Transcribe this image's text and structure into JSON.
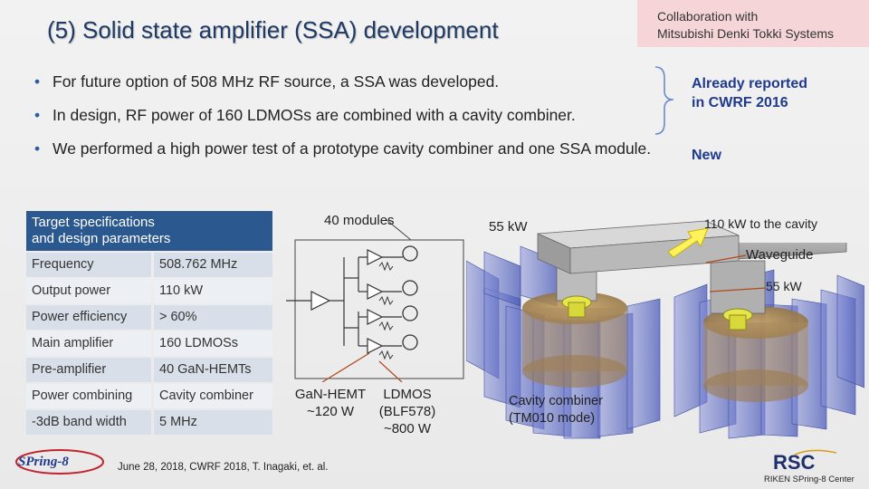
{
  "title": "(5) Solid state amplifier (SSA) development",
  "collaboration": {
    "line1": "Collaboration with",
    "line2": "Mitsubishi Denki Tokki Systems"
  },
  "bullets": [
    "For future option of 508 MHz RF source, a SSA was developed.",
    "In design, RF power of 160 LDMOSs are combined with a cavity combiner.",
    "We performed a high power test of a prototype cavity combiner and one SSA module."
  ],
  "notes": {
    "already_line1": "Already reported",
    "already_line2": "in CWRF 2016",
    "new": "New"
  },
  "spec_table": {
    "header_line1": "Target specifications",
    "header_line2": "and design parameters",
    "rows": [
      {
        "param": "Frequency",
        "value": "508.762 MHz"
      },
      {
        "param": "Output power",
        "value": "110 kW"
      },
      {
        "param": "Power efficiency",
        "value": "> 60%"
      },
      {
        "param": "Main amplifier",
        "value": "160  LDMOSs"
      },
      {
        "param": "Pre-amplifier",
        "value": "40 GaN-HEMTs"
      },
      {
        "param": "Power combining",
        "value": "Cavity combiner"
      },
      {
        "param": "-3dB band width",
        "value": "5 MHz"
      }
    ]
  },
  "diagram": {
    "modules": "40 modules",
    "gan_line1": "GaN-HEMT",
    "gan_line2": "~120 W",
    "ldmos_line1": "LDMOS",
    "ldmos_line2": "(BLF578)",
    "ldmos_line3": "~800 W"
  },
  "cavity": {
    "label_55kw_left": "55 kW",
    "label_110kw": "110 kW to the cavity",
    "label_waveguide": "Waveguide",
    "label_55kw_right": "55 kW",
    "combiner_line1": "Cavity combiner",
    "combiner_line2": "(TM010 mode)"
  },
  "footer": {
    "citation": "June 28, 2018, CWRF 2018,   T. Inagaki, et. al.",
    "spring8_text": "SPring-8",
    "riken_logo_text": "RSC",
    "riken_text": "RIKEN SPring-8 Center"
  },
  "colors": {
    "title": "#1f3a64",
    "accent_blue": "#2c5890",
    "note_blue": "#1f3a8c",
    "arrow_yellow": "#fff35c",
    "leader_red": "#b04a1a",
    "collab_pink": "#f6d5d8"
  }
}
